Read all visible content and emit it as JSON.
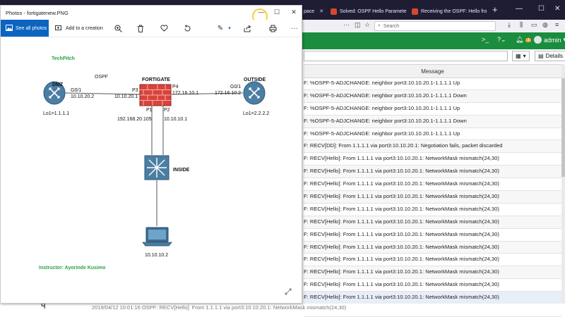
{
  "browser": {
    "tabs": [
      {
        "label": "pace"
      },
      {
        "label": "Solved: OSPF Hello Paramete"
      },
      {
        "label": "Receiving the OSPF: Hello fro"
      }
    ],
    "search_placeholder": "Search"
  },
  "fortiview": {
    "admin_label": "admin",
    "alert_count": "1",
    "details_label": "Details",
    "column_header": "Message",
    "log_rows": [
      "F: %OSPF-5-ADJCHANGE: neighbor port3:10.10.20.1-1.1.1.1 Up",
      "F: %OSPF-5-ADJCHANGE: neighbor port3:10.10.20.1-1.1.1.1 Down",
      "F: %OSPF-5-ADJCHANGE: neighbor port3:10.10.20.1-1.1.1.1 Up",
      "F: %OSPF-5-ADJCHANGE: neighbor port3:10.10.20.1-1.1.1.1 Down",
      "F: %OSPF-5-ADJCHANGE: neighbor port3:10.10.20.1-1.1.1.1 Up",
      "F: RECV[DD]: From 1.1.1.1 via port3:10.10.20.1: Negotiation fails, packet discarded",
      "F: RECV[Hello]: From 1.1.1.1 via port3:10.10.20.1: NetworkMask mismatch(24,30)",
      "F: RECV[Hello]: From 1.1.1.1 via port3:10.10.20.1: NetworkMask mismatch(24,30)",
      "F: RECV[Hello]: From 1.1.1.1 via port3:10.10.20.1: NetworkMask mismatch(24,30)",
      "F: RECV[Hello]: From 1.1.1.1 via port3:10.10.20.1: NetworkMask mismatch(24,30)",
      "F: RECV[Hello]: From 1.1.1.1 via port3:10.10.20.1: NetworkMask mismatch(24,30)",
      "F: RECV[Hello]: From 1.1.1.1 via port3:10.10.20.1: NetworkMask mismatch(24,30)",
      "F: RECV[Hello]: From 1.1.1.1 via port3:10.10.20.1: NetworkMask mismatch(24,30)",
      "F: RECV[Hello]: From 1.1.1.1 via port3:10.10.20.1: NetworkMask mismatch(24,30)",
      "F: RECV[Hello]: From 1.1.1.1 via port3:10.10.20.1: NetworkMask mismatch(24,30)",
      "F: RECV[Hello]: From 1.1.1.1 via port3:10.10.20.1: NetworkMask mismatch(24,30)",
      "F: RECV[Hello]: From 1.1.1.1 via port3:10.10.20.1: NetworkMask mismatch(24,30)",
      "F: RECV[Hello]: From 1.1.1.1 via port3:10.10.20.1: NetworkMask mismatch(24,30)",
      "F: RECV[Hello]: From 1.1.1.1 via port3:10.10.20.1: NetworkMask mismatch(24,30)"
    ],
    "bottom_text": "2019/04/12 10:01:16          OSPF: RECV[Hello]: From 1.1.1.1 via port3:10.10.20.1: NetworkMask mismatch(24,30)"
  },
  "photos": {
    "title": "Photos - fortigatenew.PNG",
    "see_all_label": "See all photos",
    "add_creation_label": "Add to a creation",
    "icons": [
      "zoom-icon",
      "delete-icon",
      "favorite-icon",
      "rotate-icon",
      "edit-icon",
      "share-icon",
      "print-icon",
      "more-icon"
    ],
    "diagram": {
      "brand": "TechPitch",
      "protocol": "OSPF",
      "dmz": {
        "name": "DMZ",
        "port": "G0/1",
        "ip": "10.10.20.2",
        "loopback": "Lo1=1.1.1.1"
      },
      "fortigate": {
        "name": "FORTIGATE",
        "p3": "P3",
        "p3_ip": "10.10.20.1",
        "p4": "P4",
        "p4_ip": "172.16.10.1",
        "p1": "P1",
        "p1_ip": "192.168.20.105",
        "p2": "P2",
        "p2_ip": "10.10.10.1"
      },
      "outside": {
        "name": "OUTSIDE",
        "port": "G0/1",
        "ip": "172.16.10.2",
        "loopback": "Lo1=2.2.2.2"
      },
      "inside": {
        "name": "INSIDE"
      },
      "laptop": {
        "ip": "10.10.10.2"
      },
      "instructor": "Instructor: Ayorinde Kusimo"
    }
  },
  "colors": {
    "accent_blue": "#0b64c0",
    "forti_green": "#1b8d3f",
    "label_green": "#2aa24a",
    "router_blue": "#4b7ea3",
    "firewall_red": "#d9433b"
  }
}
